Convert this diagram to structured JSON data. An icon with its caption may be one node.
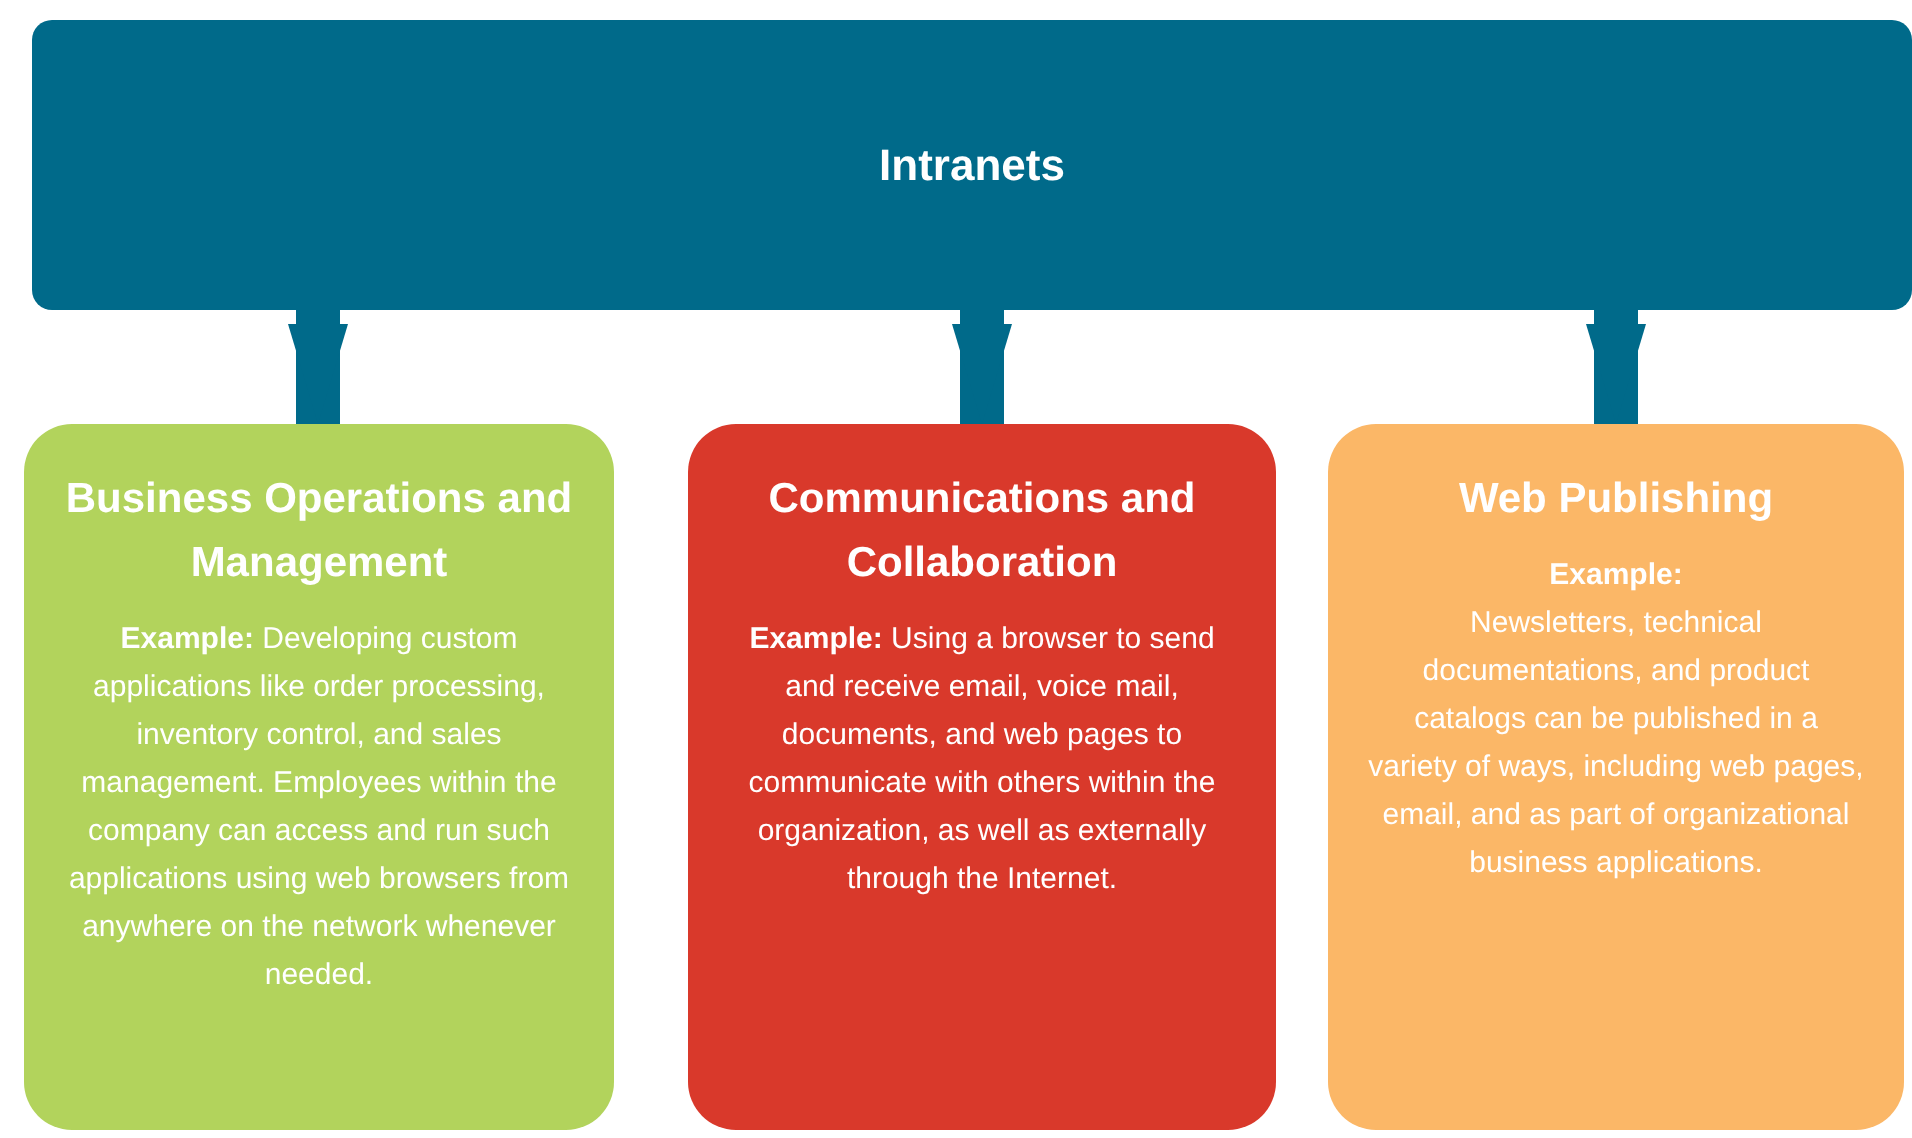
{
  "diagram": {
    "nodes": [
      {
        "text": [
          "Intranets"
        ]
      },
      {
        "text": [
          "Business Operations and Management",
          "**Example:** Developing custom applications like order processing, inventory control, and sales management. Employees within the company can access and run such applications using web browsers from anywhere on the network whenever needed."
        ]
      },
      {
        "text": [
          "Communications and Collaboration",
          "**Example:** Using a browser to send and receive email, voice mail, documents, and web pages to communicate with others within the organization, as well as externally through the Internet."
        ]
      },
      {
        "text": [
          "Web Publishing",
          "Example:",
          "Newsletters, technical documentations, and product catalogs can be published in a variety of ways, including web pages, email, and as part of organizational business applications."
        ]
      }
    ],
    "edges": [
      {
        "from": 0,
        "to": 1,
        "arrow": "to"
      },
      {
        "from": 0,
        "to": 2,
        "arrow": "to"
      },
      {
        "from": 0,
        "to": 3,
        "arrow": "to"
      }
    ]
  }
}
